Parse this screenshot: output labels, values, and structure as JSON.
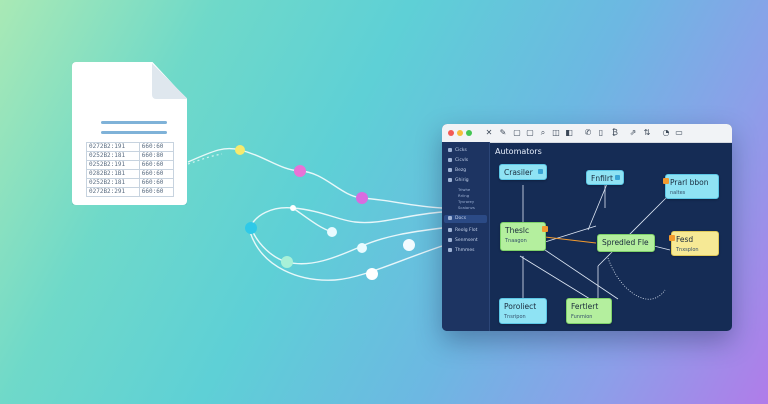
{
  "document": {
    "table_rows": [
      [
        "0272B2:191",
        "660:60"
      ],
      [
        "0252B2:181",
        "660:80"
      ],
      [
        "0252B2:191",
        "660:60"
      ],
      [
        "0282B2:1B1",
        "660:60"
      ],
      [
        "0252B2:181",
        "660:60"
      ],
      [
        "0272B2:291",
        "660:60"
      ]
    ]
  },
  "window": {
    "titlebar_icons": [
      "✕",
      "✎",
      "▢",
      "▢",
      "⌕",
      "◫",
      "◧",
      "✆",
      "▯",
      "₿",
      "⇗",
      "⇅",
      "◔",
      "▭"
    ],
    "sidebar": {
      "items": [
        {
          "label": "Cicks"
        },
        {
          "label": "Cicvls"
        },
        {
          "label": "Bezg"
        },
        {
          "label": "Ghirig"
        }
      ],
      "sub_items": [
        "Triwhe",
        "Rriing",
        "Tyvrorey",
        "Scaionvs"
      ],
      "lower_items": [
        {
          "label": "Docs"
        },
        {
          "label": "Reolg Flot"
        },
        {
          "label": "Senmsent"
        },
        {
          "label": "Thmmes"
        }
      ]
    },
    "canvas": {
      "title": "Automators",
      "nodes": [
        {
          "title": "Crasiler",
          "sub": ""
        },
        {
          "title": "Fnfilrt",
          "sub": ""
        },
        {
          "title": "Prarl bbon",
          "sub": "naltes"
        },
        {
          "title": "Theslc",
          "sub": "Tnaagon"
        },
        {
          "title": "Spredled Fle",
          "sub": ""
        },
        {
          "title": "Fesd",
          "sub": "Tnxsplon"
        },
        {
          "title": "Poroliect",
          "sub": "Tnsripon"
        },
        {
          "title": "Fertlert",
          "sub": "Funmion"
        }
      ]
    }
  },
  "colors": {
    "window_bg": "#152c55",
    "node_cyan": "#8fe3f4",
    "node_green": "#b4ef9e",
    "node_yellow": "#f6e995",
    "connector_orange": "#f29a2e"
  }
}
